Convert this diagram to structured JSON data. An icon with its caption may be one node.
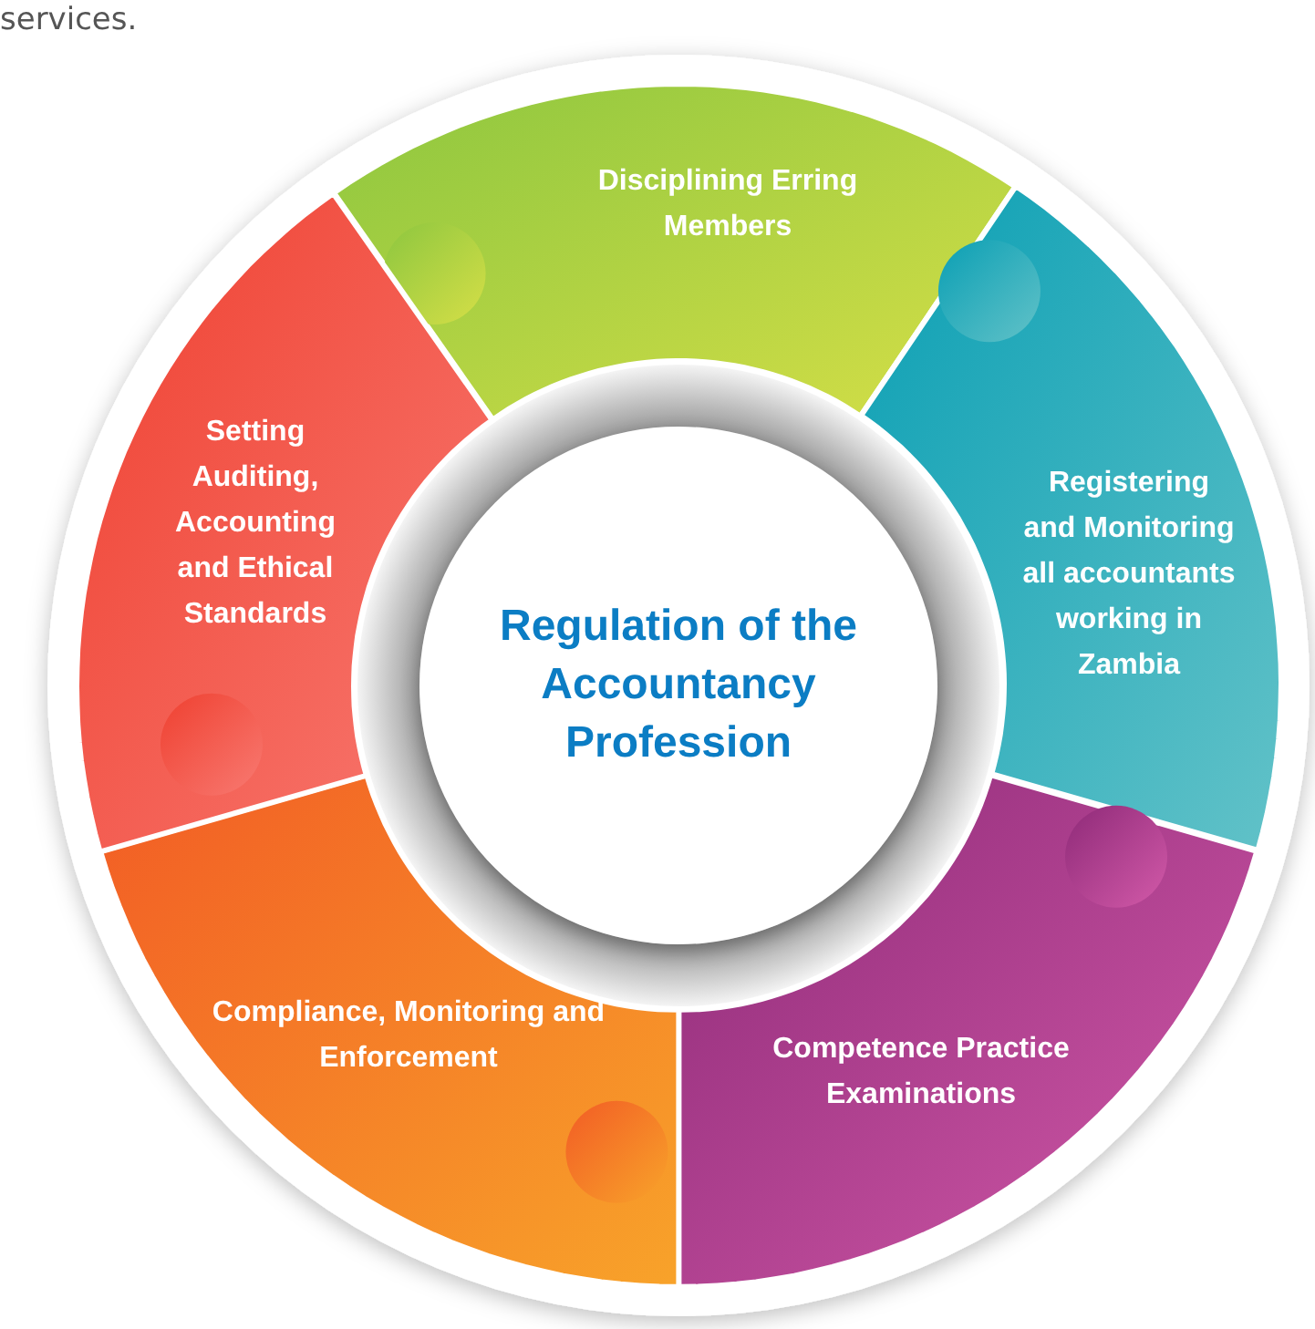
{
  "diagram": {
    "nodes": [
      {
        "text": [
          "Disciplining Erring Members"
        ]
      },
      {
        "text": [
          "Registering and Monitoring all accountants working in Zambia"
        ]
      },
      {
        "text": [
          "Competence Practice Examinations"
        ]
      },
      {
        "text": [
          "Compliance, Monitoring and Enforcement"
        ]
      },
      {
        "text": [
          "Setting Auditing, Accounting and Ethical Standards"
        ]
      },
      {
        "text": [
          "Regulation of the Accountancy Profession"
        ]
      }
    ],
    "edges": [],
    "labels": [
      "services."
    ]
  }
}
